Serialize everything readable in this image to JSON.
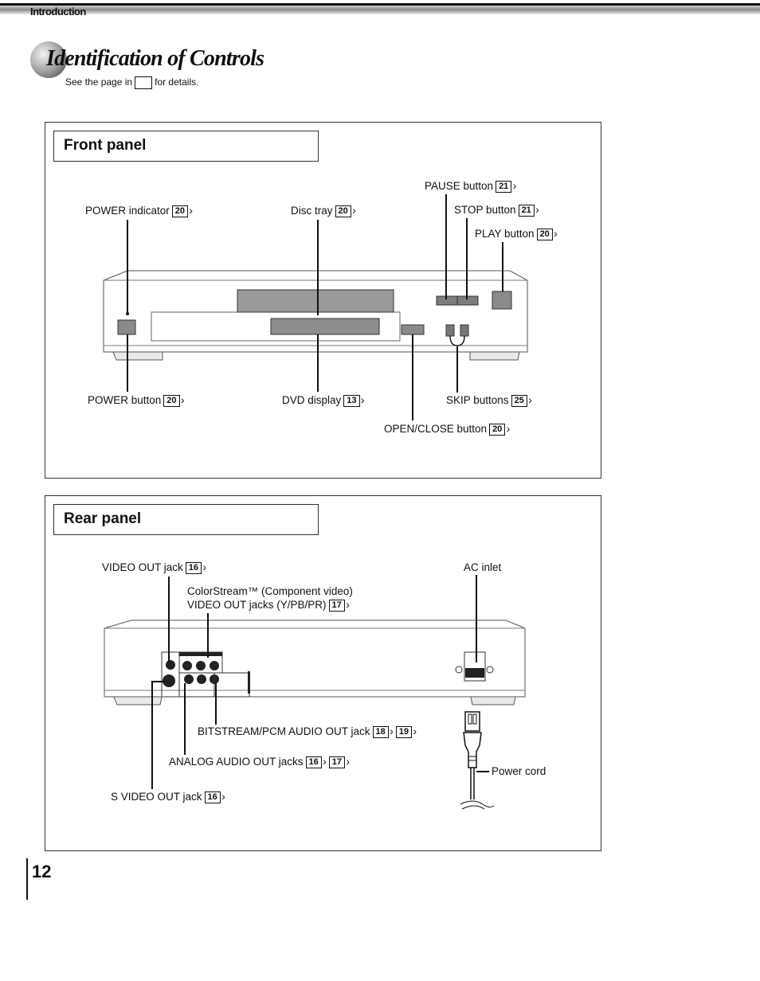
{
  "header": {
    "section_label": "Introduction"
  },
  "title": {
    "text": "Identification of Controls",
    "note_prefix": "See the page in",
    "note_suffix": "for details."
  },
  "front_panel": {
    "heading": "Front panel",
    "labels": {
      "power_indicator": "POWER indicator",
      "power_indicator_ref": "20",
      "disc_tray": "Disc tray",
      "disc_tray_ref": "20",
      "pause": "PAUSE button",
      "pause_ref": "21",
      "stop": "STOP button",
      "stop_ref": "21",
      "play": "PLAY button",
      "play_ref": "20",
      "power_button": "POWER button",
      "power_button_ref": "20",
      "dvd_display": "DVD display",
      "dvd_display_ref": "13",
      "skip": "SKIP buttons",
      "skip_ref": "25",
      "open_close": "OPEN/CLOSE button",
      "open_close_ref": "20"
    }
  },
  "rear_panel": {
    "heading": "Rear panel",
    "labels": {
      "video_out": "VIDEO OUT jack",
      "video_out_ref": "16",
      "ac_inlet": "AC inlet",
      "colorstream_line1": "ColorStream™ (Component video)",
      "colorstream_line2": "VIDEO OUT jacks (Y/PB/PR)",
      "colorstream_ref": "17",
      "bitstream": "BITSTREAM/PCM AUDIO OUT jack",
      "bitstream_ref1": "18",
      "bitstream_ref2": "19",
      "analog": "ANALOG AUDIO OUT jacks",
      "analog_ref1": "16",
      "analog_ref2": "17",
      "s_video": "S VIDEO OUT jack",
      "s_video_ref": "16",
      "power_cord": "Power cord"
    }
  },
  "footer": {
    "page_number": "12"
  }
}
